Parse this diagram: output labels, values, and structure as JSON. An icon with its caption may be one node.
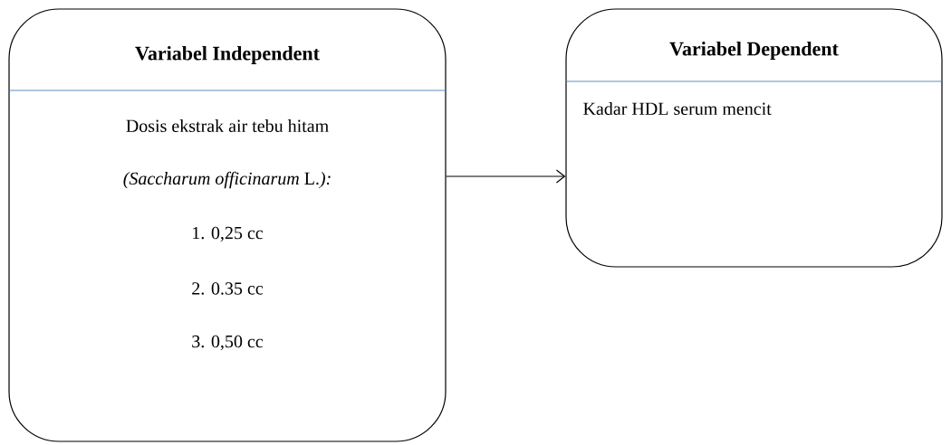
{
  "diagram": {
    "nodes": [
      {
        "text": [
          "Variabel Independent",
          "Dosis ekstrak air tebu hitam",
          "*(Saccharum officinarum* L.*):*",
          "1. 0,25 cc",
          "2. 0.35 cc",
          "3. 0,50 cc"
        ]
      },
      {
        "text": [
          "Variabel Dependent",
          "Kadar HDL serum mencit"
        ]
      }
    ],
    "edges": [
      {
        "from": 0,
        "to": 1,
        "arrow": "to"
      }
    ]
  }
}
